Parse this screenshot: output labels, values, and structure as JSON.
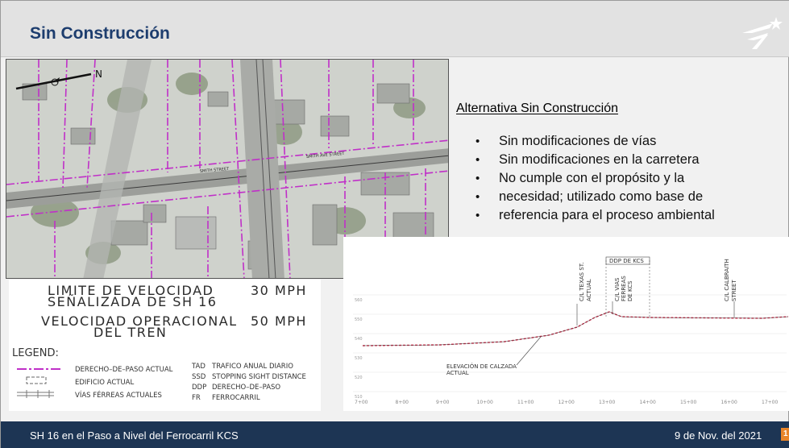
{
  "slide": {
    "title": "Sin Construcción",
    "colors": {
      "header_bg": "#e2e2e2",
      "title": "#1d3d6e",
      "footer_bg": "#1d3554",
      "accent": "#e8852a"
    },
    "logo": "txdot-star-logo",
    "map_labels": {
      "north": "N",
      "street": "SMITH STREET",
      "streets": [
        "SMITH STREET",
        "SMITH AVE STREET"
      ]
    },
    "alternative_title": "Alternativa Sin Construcción",
    "bullets": [
      "Sin modificaciones de vías",
      "Sin modificaciones en la carretera",
      "No cumple con el propósito y la",
      "necesidad; utilizado como base de",
      "referencia para el proceso ambiental"
    ],
    "speed": {
      "row1_label": "LIMITE DE VELOCIDAD",
      "row1b_label": "SEÑALIZADA DE SH 16",
      "row1_value": "30 MPH",
      "row2_label": "VELOCIDAD OPERACIONAL",
      "row2b_label": "DEL TREN",
      "row2_value": "50 MPH"
    },
    "legend": {
      "title": "LEGEND:",
      "items": [
        {
          "symbol": "dash-dot-magenta",
          "label": "DERECHO–DE–PASO ACTUAL",
          "abbr": "TAD",
          "abbr_desc": "TRAFICO ANUAL DIARIO"
        },
        {
          "symbol": "dashed-box",
          "label": "EDIFICIO ACTUAL",
          "abbr": "SSD",
          "abbr_desc": "STOPPING SIGHT DISTANCE"
        },
        {
          "symbol": "railroad-track",
          "label": "VÍAS FÉRREAS ACTUALES",
          "abbr": "DDP",
          "abbr_desc": "DERECHO–DE–PASO"
        },
        {
          "symbol": "",
          "label": "",
          "abbr": "FR",
          "abbr_desc": "FERROCARRIL"
        }
      ]
    },
    "profile": {
      "callouts": {
        "texas": "C/L TEXAS ST.",
        "texas2": "ACTUAL",
        "ddp": "DDP DE KCS",
        "vias": "C/L VIAS",
        "vias2": "FERREAS",
        "vias3": "DE KCS",
        "calbraith": "C/L CALBRAITH",
        "calbraith2": "STREET",
        "elev": "ELEVACIÓN DE CALZADA",
        "elev2": "ACTUAL"
      },
      "x_ticks": [
        "7+00",
        "8+00",
        "9+00",
        "10+00",
        "11+00",
        "12+00",
        "13+00",
        "14+00",
        "15+00",
        "16+00",
        "17+00"
      ],
      "y_ticks": [
        "560",
        "550",
        "540",
        "530",
        "520",
        "510"
      ]
    },
    "footer": {
      "left": "SH 16 en el Paso a Nivel del Ferrocarril KCS",
      "date": "9 de Nov. del 2021",
      "page": "1"
    }
  }
}
